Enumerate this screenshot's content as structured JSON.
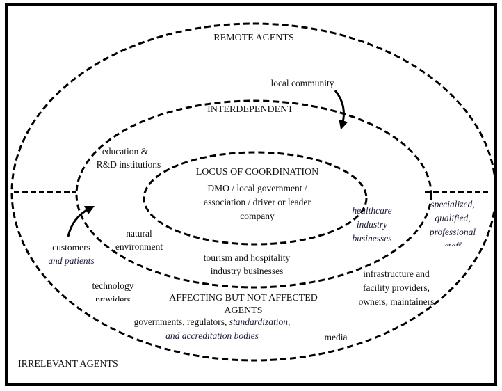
{
  "diagram": {
    "zones": {
      "remote": "REMOTE AGENTS",
      "interdependent": "INTERDEPENDENT",
      "locus": "LOCUS OF COORDINATION",
      "affecting_line1": "AFFECTING BUT NOT AFFECTED",
      "affecting_line2": "AGENTS",
      "irrelevant": "IRRELEVANT AGENTS"
    },
    "locus_members": {
      "line1": "DMO / local government /",
      "line2": "association / driver or leader",
      "line3": "company"
    },
    "agents": {
      "local_community": "local community",
      "education_line1": "education &",
      "education_line2": "R&D institutions",
      "natural_line1": "natural",
      "natural_line2": "environment",
      "customers_line1": "customers",
      "customers_line2": "and patients",
      "tourism_line1": "tourism and hospitality",
      "tourism_line2": "industry businesses",
      "healthcare_line1": "healthcare",
      "healthcare_line2": "industry",
      "healthcare_line3": "businesses",
      "staff_line1": "specialized,",
      "staff_line2": "qualified,",
      "staff_line3": "professional",
      "staff_line4": "staff",
      "infrastructure_line1": "infrastructure and",
      "infrastructure_line2": "facility providers,",
      "infrastructure_line3": "owners, maintainers",
      "technology_line1": "technology",
      "technology_line2": "providers",
      "governments_plain": "governments, regulators, ",
      "governments_italic": "standardization,",
      "governments_line2": "and accreditation bodies",
      "media": "media"
    },
    "colors": {
      "line": "#000000",
      "text": "#111111",
      "italic_text": "#1c1c3a"
    }
  }
}
